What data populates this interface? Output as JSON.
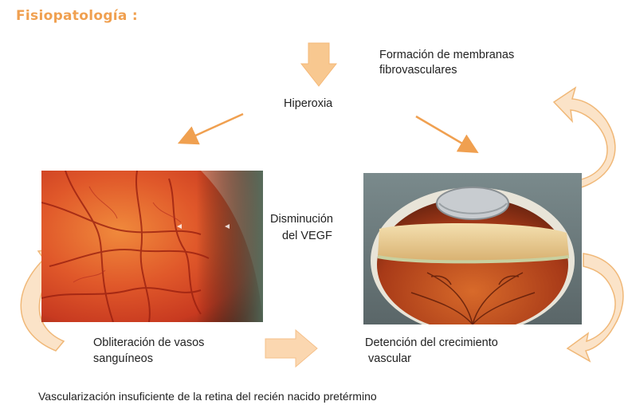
{
  "title": "Fisiopatología :",
  "labels": {
    "top_center": "Hiperoxia",
    "top_right_line1": "Formación de membranas",
    "top_right_line2": "fibrovasculares",
    "middle_line1": "Disminución",
    "middle_line2": "del VEGF",
    "bottom_left_line1": "Obliteración de vasos",
    "bottom_left_line2": "sanguíneos",
    "bottom_right_line1": "Detención del crecimiento",
    "bottom_right_line2": "vascular",
    "caption": "Vascularización insuficiente de la retina del recién nacido pretérmino"
  },
  "images": {
    "left": "retina-fundus-photo",
    "right": "eye-cross-section-illustration"
  },
  "colors": {
    "accent": "#f0a050",
    "arrow_fill": "#f9d9b3",
    "arrow_stroke": "#f0b878"
  }
}
